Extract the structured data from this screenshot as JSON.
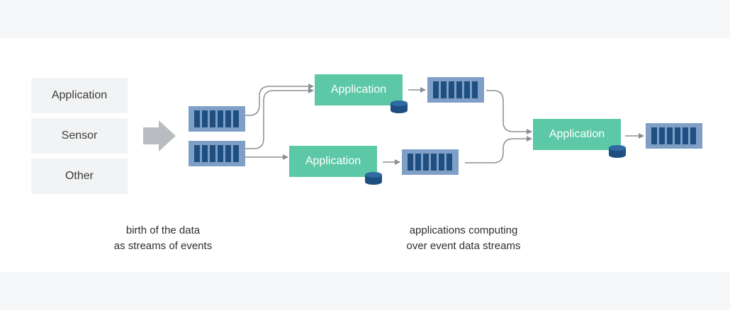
{
  "sources": [
    "Application",
    "Sensor",
    "Other"
  ],
  "apps": [
    "Application",
    "Application",
    "Application"
  ],
  "captions": {
    "left_line1": "birth of the data",
    "left_line2": "as streams of events",
    "right_line1": "applications computing",
    "right_line2": "over event data streams"
  },
  "colors": {
    "app_green": "#5cc8a6",
    "queue_frame": "#7f9fc6",
    "queue_cell": "#1e4f80",
    "database": "#1e4f80",
    "arrow": "#8a8f94",
    "big_arrow": "#b9bdc1"
  }
}
